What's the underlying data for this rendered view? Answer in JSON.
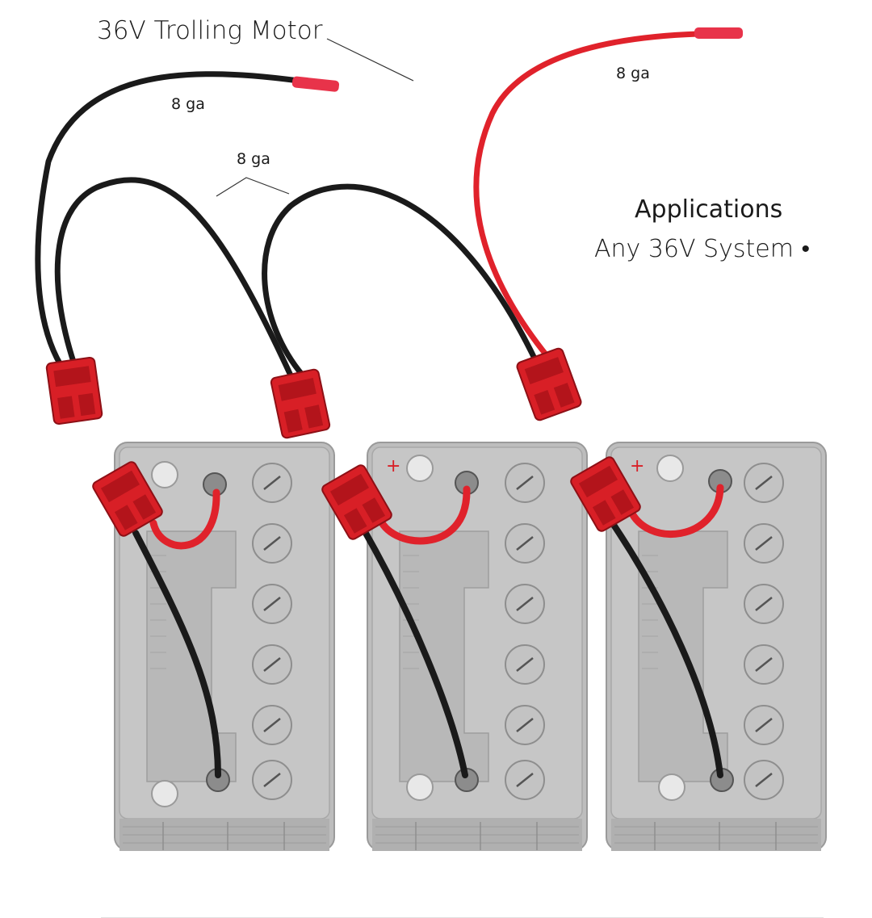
{
  "labels": {
    "title": "36V Trolling Motor",
    "gauge_black_lead": "8 ga",
    "gauge_jumpers": "8 ga",
    "gauge_red_lead": "8 ga",
    "applications_heading": "Applications",
    "applications_item": "Any 36V System •"
  },
  "colors": {
    "battery_case": "#bdbdbd",
    "battery_lid": "#c6c6c6",
    "connector_red": "#d81f26",
    "wire_red": "#e0222b",
    "wire_black": "#1a1a1a"
  },
  "icons": {
    "battery": "battery-icon",
    "connector": "connector-icon",
    "terminal": "terminal-icon"
  }
}
